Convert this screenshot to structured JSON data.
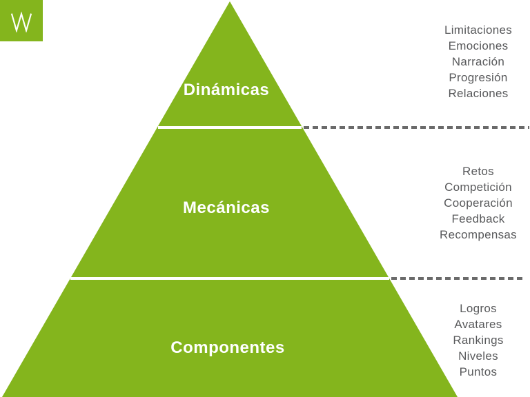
{
  "logo": {
    "letter": "W"
  },
  "colors": {
    "green": "#84b51d",
    "gray_text": "#58595b",
    "dash": "#6a6a6a",
    "white": "#ffffff"
  },
  "pyramid": {
    "levels": [
      {
        "label": "Dinámicas",
        "items": [
          "Limitaciones",
          "Emociones",
          "Narración",
          "Progresión",
          "Relaciones"
        ]
      },
      {
        "label": "Mecánicas",
        "items": [
          "Retos",
          "Competición",
          "Cooperación",
          "Feedback",
          "Recompensas"
        ]
      },
      {
        "label": "Componentes",
        "items": [
          "Logros",
          "Avatares",
          "Rankings",
          "Niveles",
          "Puntos"
        ]
      }
    ]
  }
}
